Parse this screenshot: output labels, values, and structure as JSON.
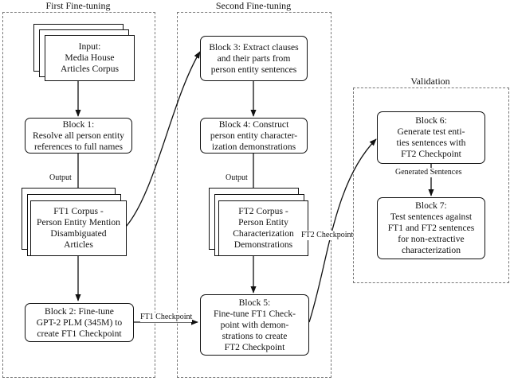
{
  "sections": {
    "first": "First Fine-tuning",
    "second": "Second Fine-tuning",
    "validation": "Validation"
  },
  "blocks": {
    "input": "Input:\nMedia House\nArticles Corpus",
    "block1": "Block 1:\nResolve all person entity\nreferences to full names",
    "ft1_corpus": "FT1 Corpus -\nPerson Entity Mention\nDisambiguated\nArticles",
    "block2": "Block 2: Fine-tune\nGPT-2 PLM (345M) to\ncreate FT1 Checkpoint",
    "block3": "Block 3: Extract clauses\nand their parts from\nperson entity sentences",
    "block4": "Block 4: Construct\nperson entity character-\nization demonstrations",
    "ft2_corpus": "FT2 Corpus -\nPerson Entity\nCharacterization\nDemonstrations",
    "block5": "Block 5:\nFine-tune FT1 Check-\npoint with demon-\nstrations to create\nFT2 Checkpoint",
    "block6": "Block 6:\nGenerate test enti-\nties sentences with\nFT2 Checkpoint",
    "block7": "Block 7:\nTest sentences against\nFT1 and FT2 sentences\nfor non-extractive\ncharacterization"
  },
  "edge_labels": {
    "output1": "Output",
    "output2": "Output",
    "ft1_checkpoint": "FT1 Checkpoint",
    "ft2_checkpoint": "FT2 Checkpoint",
    "generated_sentences": "Generated Sentences"
  }
}
